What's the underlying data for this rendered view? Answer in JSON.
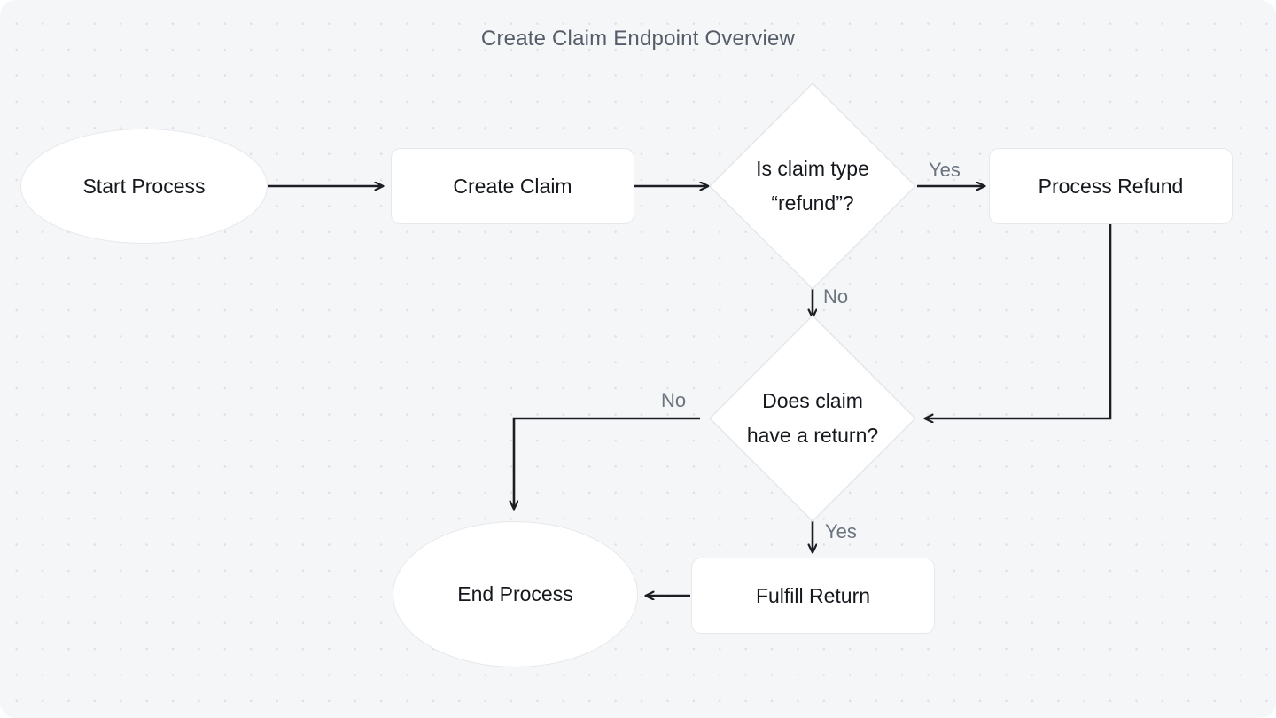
{
  "diagram": {
    "title": "Create Claim Endpoint Overview",
    "background_color": "#f4f6f8",
    "dot_color": "#dcdfe4",
    "node_fill": "#ffffff",
    "node_border_color": "#e6e8ec",
    "node_text_color": "#15181d",
    "edge_color": "#1b1f24",
    "edge_label_color": "#6c7480",
    "title_color": "#555d68"
  },
  "nodes": {
    "start": {
      "label": "Start Process",
      "shape": "ellipse"
    },
    "create_claim": {
      "label": "Create Claim",
      "shape": "process"
    },
    "is_refund": {
      "label": "Is claim type\n“refund”?",
      "shape": "decision"
    },
    "process_refund": {
      "label": "Process Refund",
      "shape": "process"
    },
    "has_return": {
      "label": "Does claim\nhave a return?",
      "shape": "decision"
    },
    "fulfill_return": {
      "label": "Fulfill Return",
      "shape": "process"
    },
    "end": {
      "label": "End Process",
      "shape": "ellipse"
    }
  },
  "edge_labels": {
    "refund_yes": "Yes",
    "refund_no": "No",
    "return_no": "No",
    "return_yes": "Yes"
  }
}
